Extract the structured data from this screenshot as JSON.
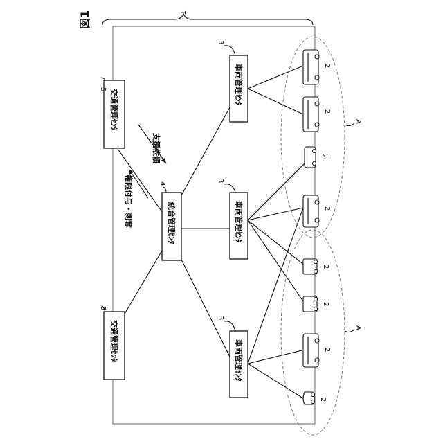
{
  "figure_label": "図1",
  "ref_system": "1",
  "ref_traffic_center": "5",
  "ref_integrated_center": "4",
  "ref_vehicle_center": "3",
  "ref_vehicle": "2",
  "ref_area": "A",
  "traffic_center_label": "交通管理ｾﾝﾀ",
  "integrated_center_label": "統合管理ｾﾝﾀ",
  "vehicle_center_label": "車両管理ｾﾝﾀ",
  "arrow_support_request": "支援依頼",
  "arrow_authority": "権限付与・剥奪"
}
